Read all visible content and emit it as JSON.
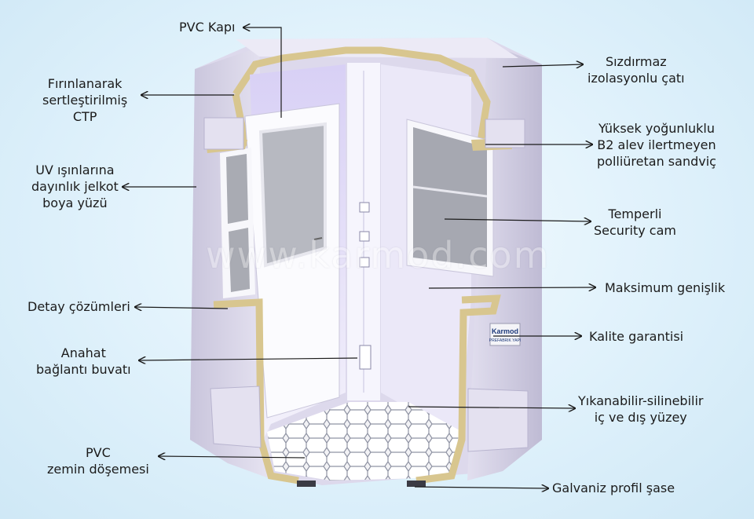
{
  "colors": {
    "accent": "#1b1b1b",
    "shell": "#d9d6ea",
    "core": "#d8c68f"
  },
  "watermark": "www.karmod.com",
  "brand_plate": {
    "name": "Karmod",
    "sub": "PREFABRIK YAPI"
  },
  "labels": {
    "pvc_door": [
      "PVC Kapı"
    ],
    "ctp": [
      "Fırınlanarak",
      "sertleştirilmiş",
      "CTP"
    ],
    "gelcoat": [
      "UV ışınlarına",
      "dayınlık jelkot",
      "boya yüzü"
    ],
    "details": [
      "Detay çözümleri"
    ],
    "junction": [
      "Anahat",
      "bağlantı buvatı"
    ],
    "floor": [
      "PVC",
      "zemin döşemesi"
    ],
    "roof": [
      "Sızdırmaz",
      "izolasyonlu çatı"
    ],
    "panel": [
      "Yüksek yoğunluklu",
      "B2 alev ilertmeyen",
      "polliüretan sandviç"
    ],
    "glass": [
      "Temperli",
      "Security cam"
    ],
    "width": [
      "Maksimum genişlik"
    ],
    "quality": [
      "Kalite garantisi"
    ],
    "surface": [
      "Yıkanabilir-silinebilir",
      "iç ve dış yüzey"
    ],
    "chassis": [
      "Galvaniz profil şase"
    ]
  }
}
